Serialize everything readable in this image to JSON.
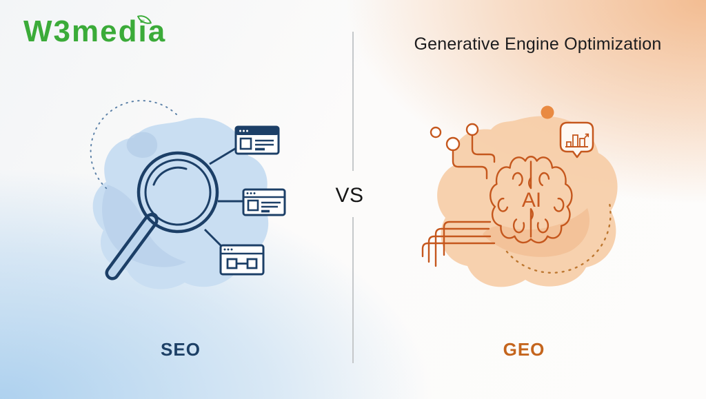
{
  "logo": {
    "text": "W3media",
    "brand_color": "#3bab39"
  },
  "header": {
    "title": "Generative Engine Optimization"
  },
  "center": {
    "vs_label": "VS"
  },
  "left_panel": {
    "label": "SEO",
    "label_color": "#1d4066",
    "theme_color": "#1c3f67",
    "illustration": "magnifying glass linked to three webpage windows over a light blue blob",
    "icons": [
      "magnifying-glass-icon",
      "webpage-window-icon",
      "webpage-window-icon",
      "linked-boxes-window-icon",
      "dashed-circle-icon"
    ]
  },
  "right_panel": {
    "label": "GEO",
    "label_color": "#c4651d",
    "theme_color": "#c5571d",
    "ai_label": "AI",
    "illustration": "AI brain with circuit nodes, analytics speech bubble over a peach blob",
    "icons": [
      "ai-brain-icon",
      "circuit-nodes-icon",
      "bar-chart-bubble-icon",
      "dashed-circle-icon",
      "orange-dot-icon"
    ]
  }
}
